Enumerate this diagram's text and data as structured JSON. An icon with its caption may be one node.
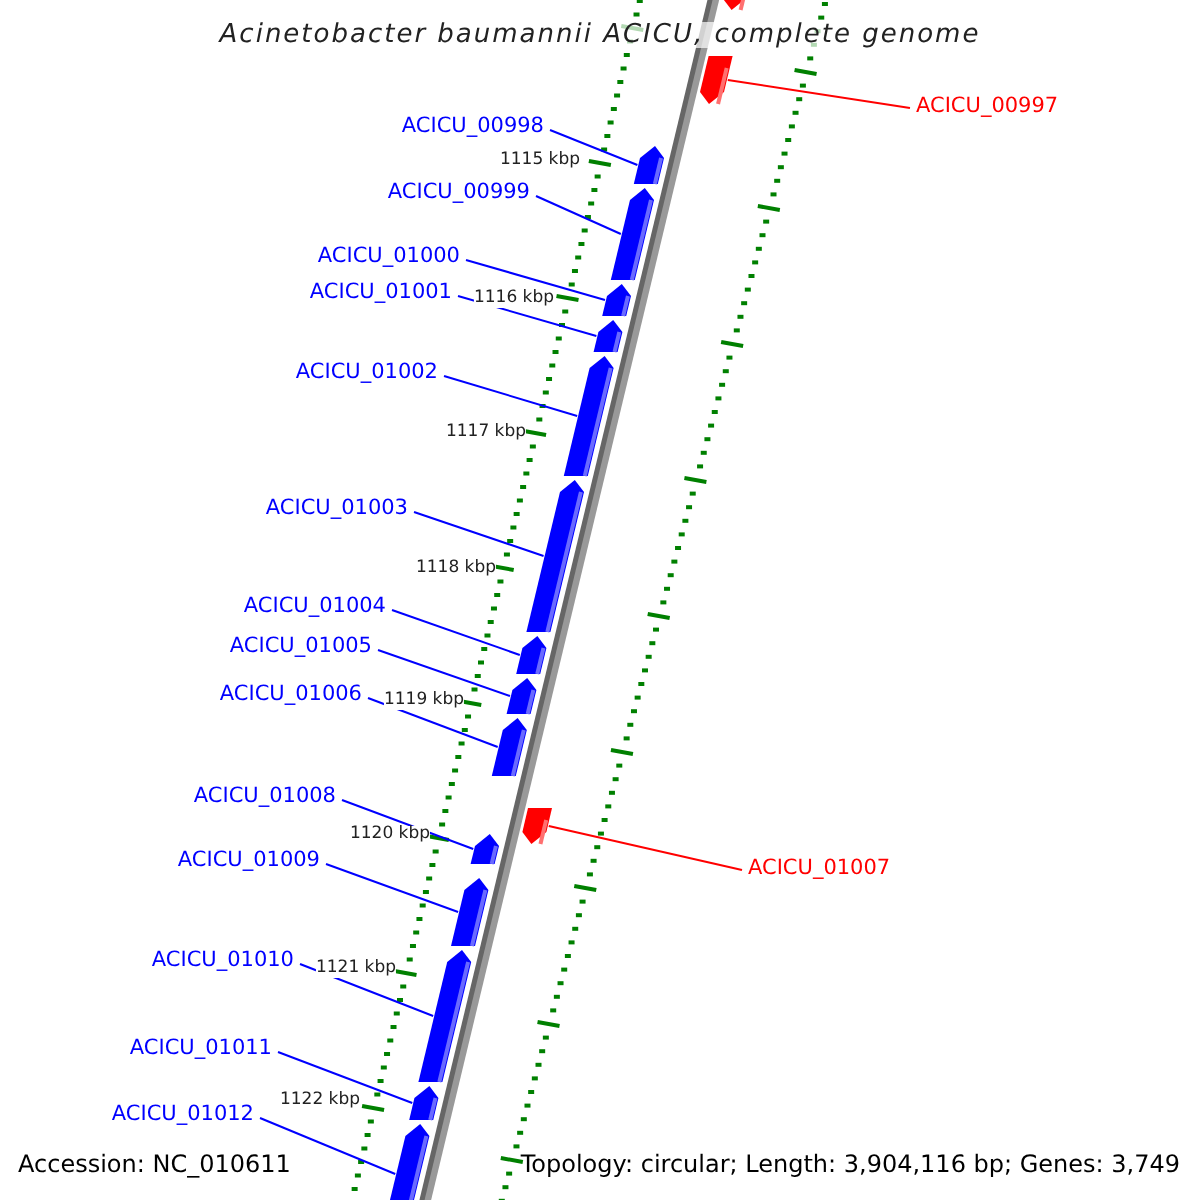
{
  "diagram": {
    "title": "Acinetobacter baumannii ACICU, complete genome",
    "nodes": [
      {
        "text": [
          "ACICU_00997"
        ]
      },
      {
        "text": [
          "ACICU_00998"
        ]
      },
      {
        "text": [
          "ACICU_00999"
        ]
      },
      {
        "text": [
          "ACICU_01000"
        ]
      },
      {
        "text": [
          "ACICU_01001"
        ]
      },
      {
        "text": [
          "ACICU_01002"
        ]
      },
      {
        "text": [
          "ACICU_01003"
        ]
      },
      {
        "text": [
          "ACICU_01004"
        ]
      },
      {
        "text": [
          "ACICU_01005"
        ]
      },
      {
        "text": [
          "ACICU_01006"
        ]
      },
      {
        "text": [
          "ACICU_01008"
        ]
      },
      {
        "text": [
          "ACICU_01009"
        ]
      },
      {
        "text": [
          "ACICU_01007"
        ]
      },
      {
        "text": [
          "ACICU_01010"
        ]
      },
      {
        "text": [
          "ACICU_01011"
        ]
      },
      {
        "text": [
          "ACICU_01012"
        ]
      },
      {
        "text": [],
        "shape": "bar"
      },
      {
        "text": [],
        "shape": "bar"
      },
      {
        "text": [],
        "shape": "bar"
      },
      {
        "text": [],
        "shape": "bar"
      },
      {
        "text": [],
        "shape": "bar"
      },
      {
        "text": [],
        "shape": "bar"
      },
      {
        "text": [],
        "shape": "bar"
      },
      {
        "text": [],
        "shape": "bar"
      },
      {
        "text": [],
        "shape": "bar"
      },
      {
        "text": [],
        "shape": "bar"
      },
      {
        "text": [],
        "shape": "bar"
      },
      {
        "text": [],
        "shape": "bar"
      },
      {
        "text": [],
        "shape": "bar"
      },
      {
        "text": [],
        "shape": "bar"
      },
      {
        "text": [],
        "shape": "bar"
      },
      {
        "text": [],
        "shape": "bar"
      },
      {
        "text": [],
        "shape": "bar"
      }
    ],
    "edges": [
      {
        "from": 0,
        "to": 17,
        "arrow": "none",
        "color": "#ff0000"
      },
      {
        "from": 1,
        "to": 18,
        "arrow": "none"
      },
      {
        "from": 2,
        "to": 19,
        "arrow": "none"
      },
      {
        "from": 3,
        "to": 20,
        "arrow": "none"
      },
      {
        "from": 4,
        "to": 21,
        "arrow": "none"
      },
      {
        "from": 5,
        "to": 22,
        "arrow": "none"
      },
      {
        "from": 6,
        "to": 23,
        "arrow": "none"
      },
      {
        "from": 7,
        "to": 24,
        "arrow": "none"
      },
      {
        "from": 8,
        "to": 25,
        "arrow": "none"
      },
      {
        "from": 9,
        "to": 26,
        "arrow": "none"
      },
      {
        "from": 10,
        "to": 28,
        "arrow": "none"
      },
      {
        "from": 11,
        "to": 29,
        "arrow": "none"
      },
      {
        "from": 12,
        "to": 27,
        "arrow": "none",
        "color": "#ff0000"
      },
      {
        "from": 13,
        "to": 30,
        "arrow": "none"
      },
      {
        "from": 14,
        "to": 31,
        "arrow": "none"
      },
      {
        "from": 15,
        "to": 32,
        "arrow": "none"
      }
    ],
    "labels": [
      "1115 kbp",
      "1116 kbp",
      "1117 kbp",
      "1118 kbp",
      "1119 kbp",
      "1120 kbp",
      "1121 kbp",
      "1122 kbp",
      "Accession: NC_010611",
      "Topology: circular; Length: 3,904,116 bp; Genes: 3,749"
    ]
  }
}
